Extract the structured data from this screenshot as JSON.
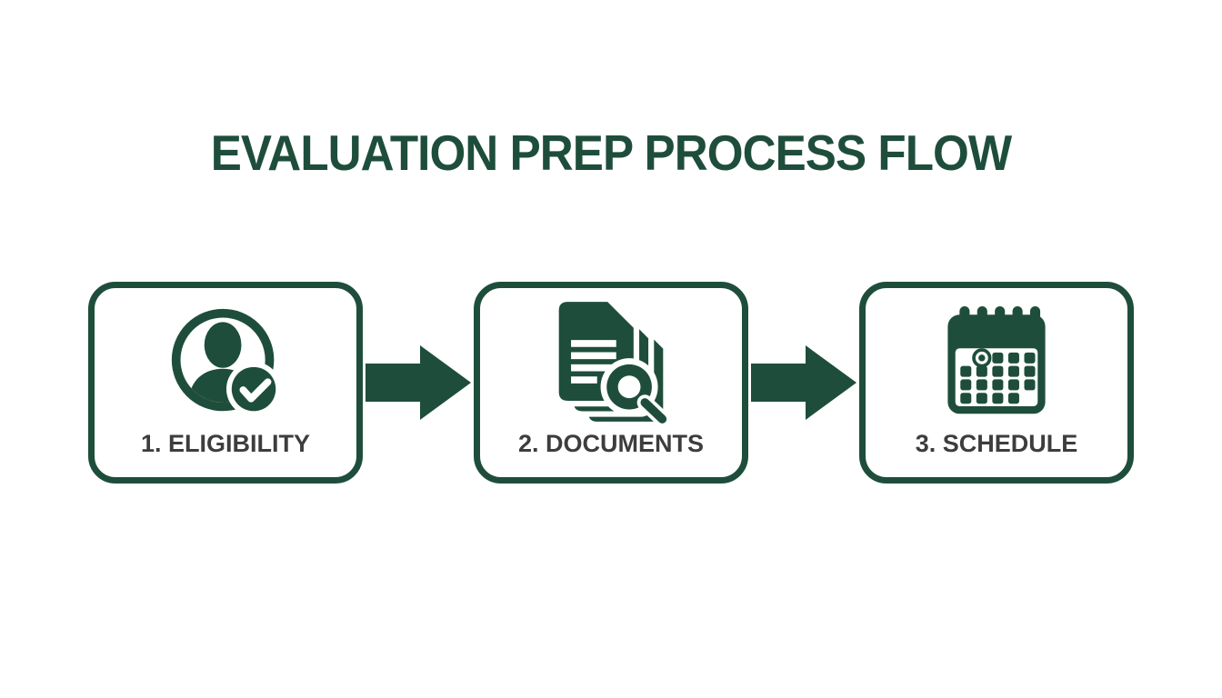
{
  "title": "EVALUATION PREP PROCESS FLOW",
  "theme": {
    "green": "#1e4e3b",
    "label_color": "#3d3d3d",
    "background": "#ffffff",
    "box_background": "#ffffff"
  },
  "steps": [
    {
      "label": "1. ELIGIBILITY",
      "icon": "person-check-icon"
    },
    {
      "label": "2. DOCUMENTS",
      "icon": "documents-search-icon"
    },
    {
      "label": "3. SCHEDULE",
      "icon": "calendar-icon"
    }
  ],
  "connectors": [
    {
      "type": "arrow-right"
    },
    {
      "type": "arrow-right"
    }
  ]
}
